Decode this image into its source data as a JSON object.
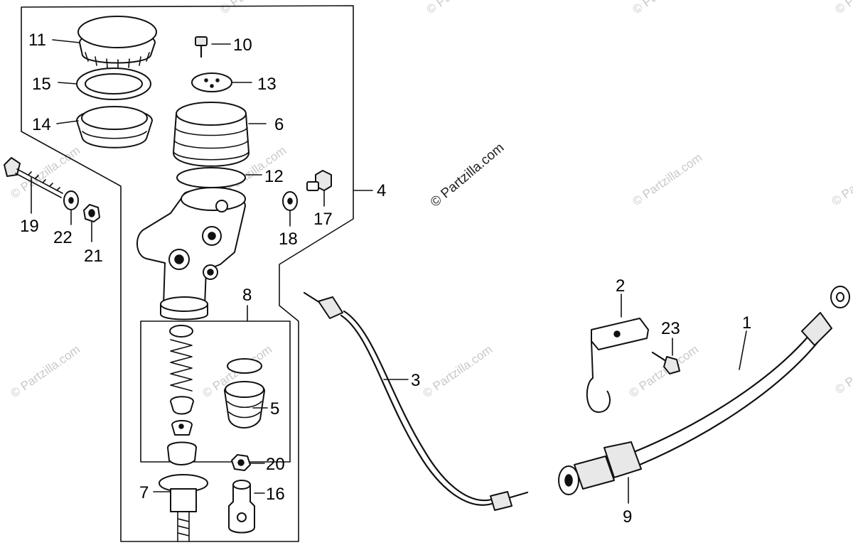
{
  "callouts": [
    {
      "id": "c1",
      "text": "1"
    },
    {
      "id": "c2",
      "text": "2"
    },
    {
      "id": "c3",
      "text": "3"
    },
    {
      "id": "c4",
      "text": "4"
    },
    {
      "id": "c5",
      "text": "5"
    },
    {
      "id": "c6",
      "text": "6"
    },
    {
      "id": "c7",
      "text": "7"
    },
    {
      "id": "c8",
      "text": "8"
    },
    {
      "id": "c9",
      "text": "9"
    },
    {
      "id": "c10",
      "text": "10"
    },
    {
      "id": "c11",
      "text": "11"
    },
    {
      "id": "c12",
      "text": "12"
    },
    {
      "id": "c13",
      "text": "13"
    },
    {
      "id": "c14",
      "text": "14"
    },
    {
      "id": "c15",
      "text": "15"
    },
    {
      "id": "c16",
      "text": "16"
    },
    {
      "id": "c17",
      "text": "17"
    },
    {
      "id": "c18",
      "text": "18"
    },
    {
      "id": "c19",
      "text": "19"
    },
    {
      "id": "c20",
      "text": "20"
    },
    {
      "id": "c21",
      "text": "21"
    },
    {
      "id": "c22",
      "text": "22"
    },
    {
      "id": "c23",
      "text": "23"
    }
  ],
  "watermark": "© Partzilla.com",
  "watermark_main": "© Partzilla.com"
}
